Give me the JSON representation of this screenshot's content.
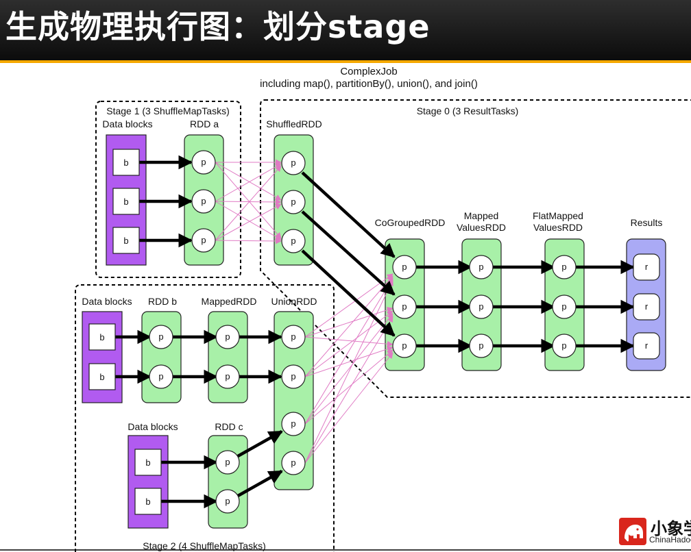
{
  "slide": {
    "title": "生成物理执行图：划分stage"
  },
  "diagram": {
    "job_title": "ComplexJob",
    "job_subtitle": "including map(), partitionBy(), union(), and join()",
    "stages": {
      "stage1": "Stage 1 (3 ShuffleMapTasks)",
      "stage0": "Stage 0 (3 ResultTasks)",
      "stage2": "Stage 2 (4 ShuffleMapTasks)"
    },
    "rdds": {
      "data_blocks_1": "Data blocks",
      "rdd_a": "RDD a",
      "shuffled": "ShuffledRDD",
      "cogrouped": "CoGroupedRDD",
      "mapped_values_line1": "Mapped",
      "mapped_values_line2": "ValuesRDD",
      "flatmapped_values_line1": "FlatMapped",
      "flatmapped_values_line2": "ValuesRDD",
      "results": "Results",
      "data_blocks_2": "Data blocks",
      "rdd_b": "RDD b",
      "mapped_rdd": "MappedRDD",
      "union_rdd": "UnionRDD",
      "data_blocks_3": "Data blocks",
      "rdd_c": "RDD c"
    },
    "partition_labels": {
      "block": "b",
      "partition": "p",
      "result": "r"
    }
  },
  "colors": {
    "data_block_fill": "#b15bf0",
    "rdd_fill": "#a8f0a8",
    "result_fill": "#aaaaf5",
    "shuffle_edge": "#e07ac4",
    "title_bar": "#111111",
    "title_rule": "#f5a800"
  },
  "logo": {
    "mark": "小象",
    "main_text": "小象学院",
    "sub_text": "ChinaHadoop"
  }
}
